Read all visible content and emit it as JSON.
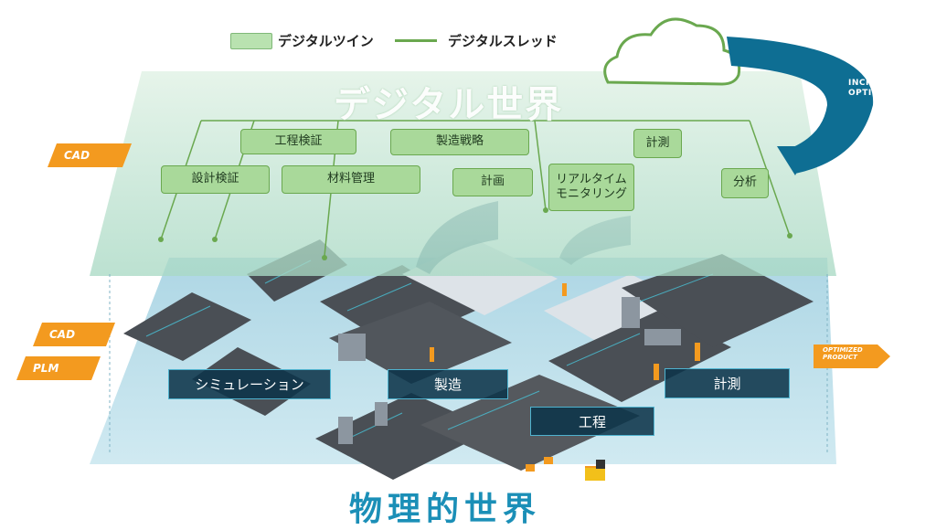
{
  "legend": {
    "twin_label": "デジタルツイン",
    "thread_label": "デジタルスレッド"
  },
  "digital_world": {
    "title": "デジタル世界",
    "boxes": {
      "process_verification": "工程検証",
      "manufacturing_strategy": "製造戦略",
      "measurement": "計測",
      "design_verification": "設計検証",
      "materials_management": "材料管理",
      "planning": "計画",
      "realtime_monitoring": "リアルタイム\nモニタリング",
      "analysis": "分析"
    }
  },
  "incremental": "INCREMENTAL\nOPTIMIZATION",
  "tags": {
    "cad_top": "CAD",
    "cad_mid": "CAD",
    "plm": "PLM",
    "optimized_product": "OPTIMIZED\nPRODUCT"
  },
  "physical_world": {
    "title": "物理的世界",
    "labels": {
      "simulation": "シミュレーション",
      "manufacturing": "製造",
      "measurement": "計測",
      "process": "工程"
    }
  },
  "colors": {
    "twin_green": "#a9d99a",
    "thread_green": "#6aa84f",
    "accent_orange": "#f39a1f",
    "loop_blue": "#0e6e93",
    "physical_title": "#1b8fb7"
  }
}
